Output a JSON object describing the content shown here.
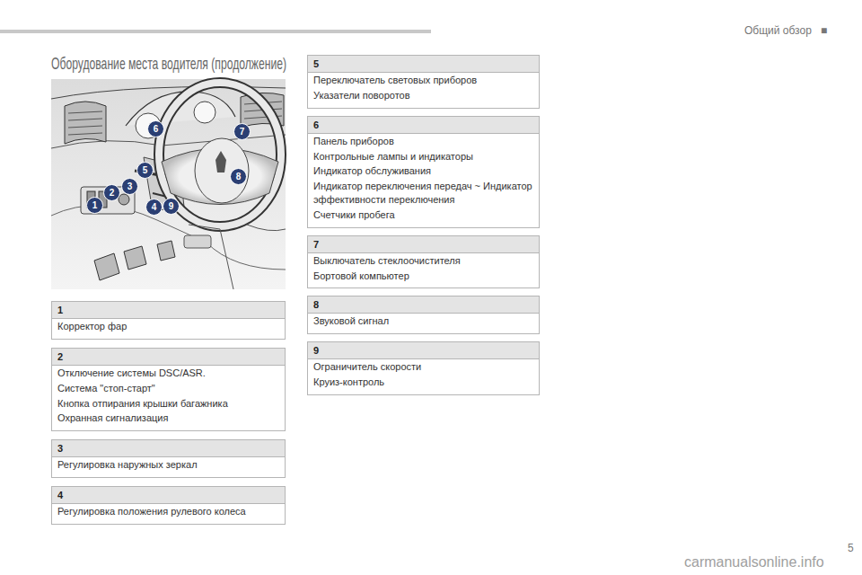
{
  "diagram": {
    "title": "Оборудование места водителя (продолжение)",
    "nodes": [
      {
        "text": [
          "1",
          "Корректор фар"
        ]
      },
      {
        "text": [
          "2",
          "Отключение системы DSC/ASR.",
          "Система \"стоп-старт\"",
          "Кнопка отпирания крышки багажника",
          "Охранная сигнализация"
        ]
      },
      {
        "text": [
          "3",
          "Регулировка наружных зеркал"
        ]
      },
      {
        "text": [
          "4",
          "Регулировка положения рулевого колеса"
        ]
      },
      {
        "text": [
          "5",
          "Переключатель световых приборов",
          "Указатели поворотов"
        ]
      },
      {
        "text": [
          "6",
          "Панель приборов",
          "Контрольные лампы и индикаторы",
          "Индикатор обслуживания",
          "Индикатор переключения передач ~ Индикатор эффективности переключения",
          "Счетчики пробега"
        ]
      },
      {
        "text": [
          "7",
          "Выключатель стеклоочистителя",
          "Бортовой компьютер"
        ]
      },
      {
        "text": [
          "8",
          "Звуковой сигнал"
        ]
      },
      {
        "text": [
          "9",
          "Ограничитель скорости",
          "Круиз-контроль"
        ]
      }
    ],
    "labels": [
      "1",
      "2",
      "3",
      "4",
      "9",
      "5",
      "6",
      "7",
      "8",
      "Общий обзор",
      "■",
      "5",
      "carmanualsonline.info"
    ]
  }
}
